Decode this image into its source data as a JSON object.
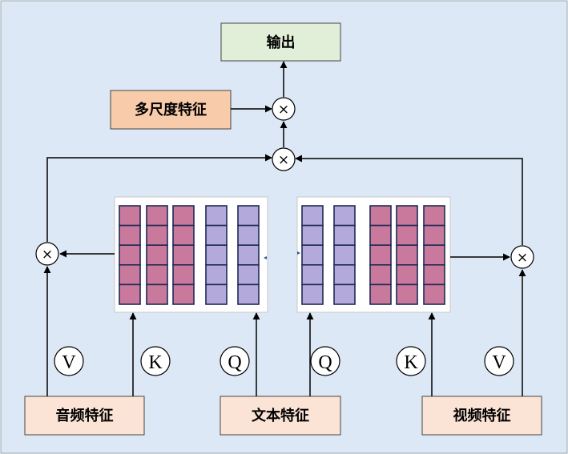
{
  "labels": {
    "output": "输出",
    "multiscale": "多尺度特征",
    "audio": "音频特征",
    "text": "文本特征",
    "video": "视频特征"
  },
  "operator_symbol": "×",
  "input_letters": {
    "left_v": "V",
    "left_k": "K",
    "left_q": "Q",
    "right_q": "Q",
    "right_k": "K",
    "right_v": "V"
  },
  "colors": {
    "background": "#dce8f5",
    "output_box": "#e2efd8",
    "multiscale_box": "#f8cbaa",
    "input_box": "#fbe4d5",
    "bar_pink": "#c97a9c",
    "bar_lavender": "#b3a9da",
    "bar_stroke": "#1f2a55",
    "line": "#000000"
  },
  "attention_blocks": {
    "left": [
      "pink",
      "pink",
      "pink",
      "lavender",
      "lavender"
    ],
    "right": [
      "lavender",
      "lavender",
      "pink",
      "pink",
      "pink"
    ],
    "cells_per_bar": 5
  }
}
